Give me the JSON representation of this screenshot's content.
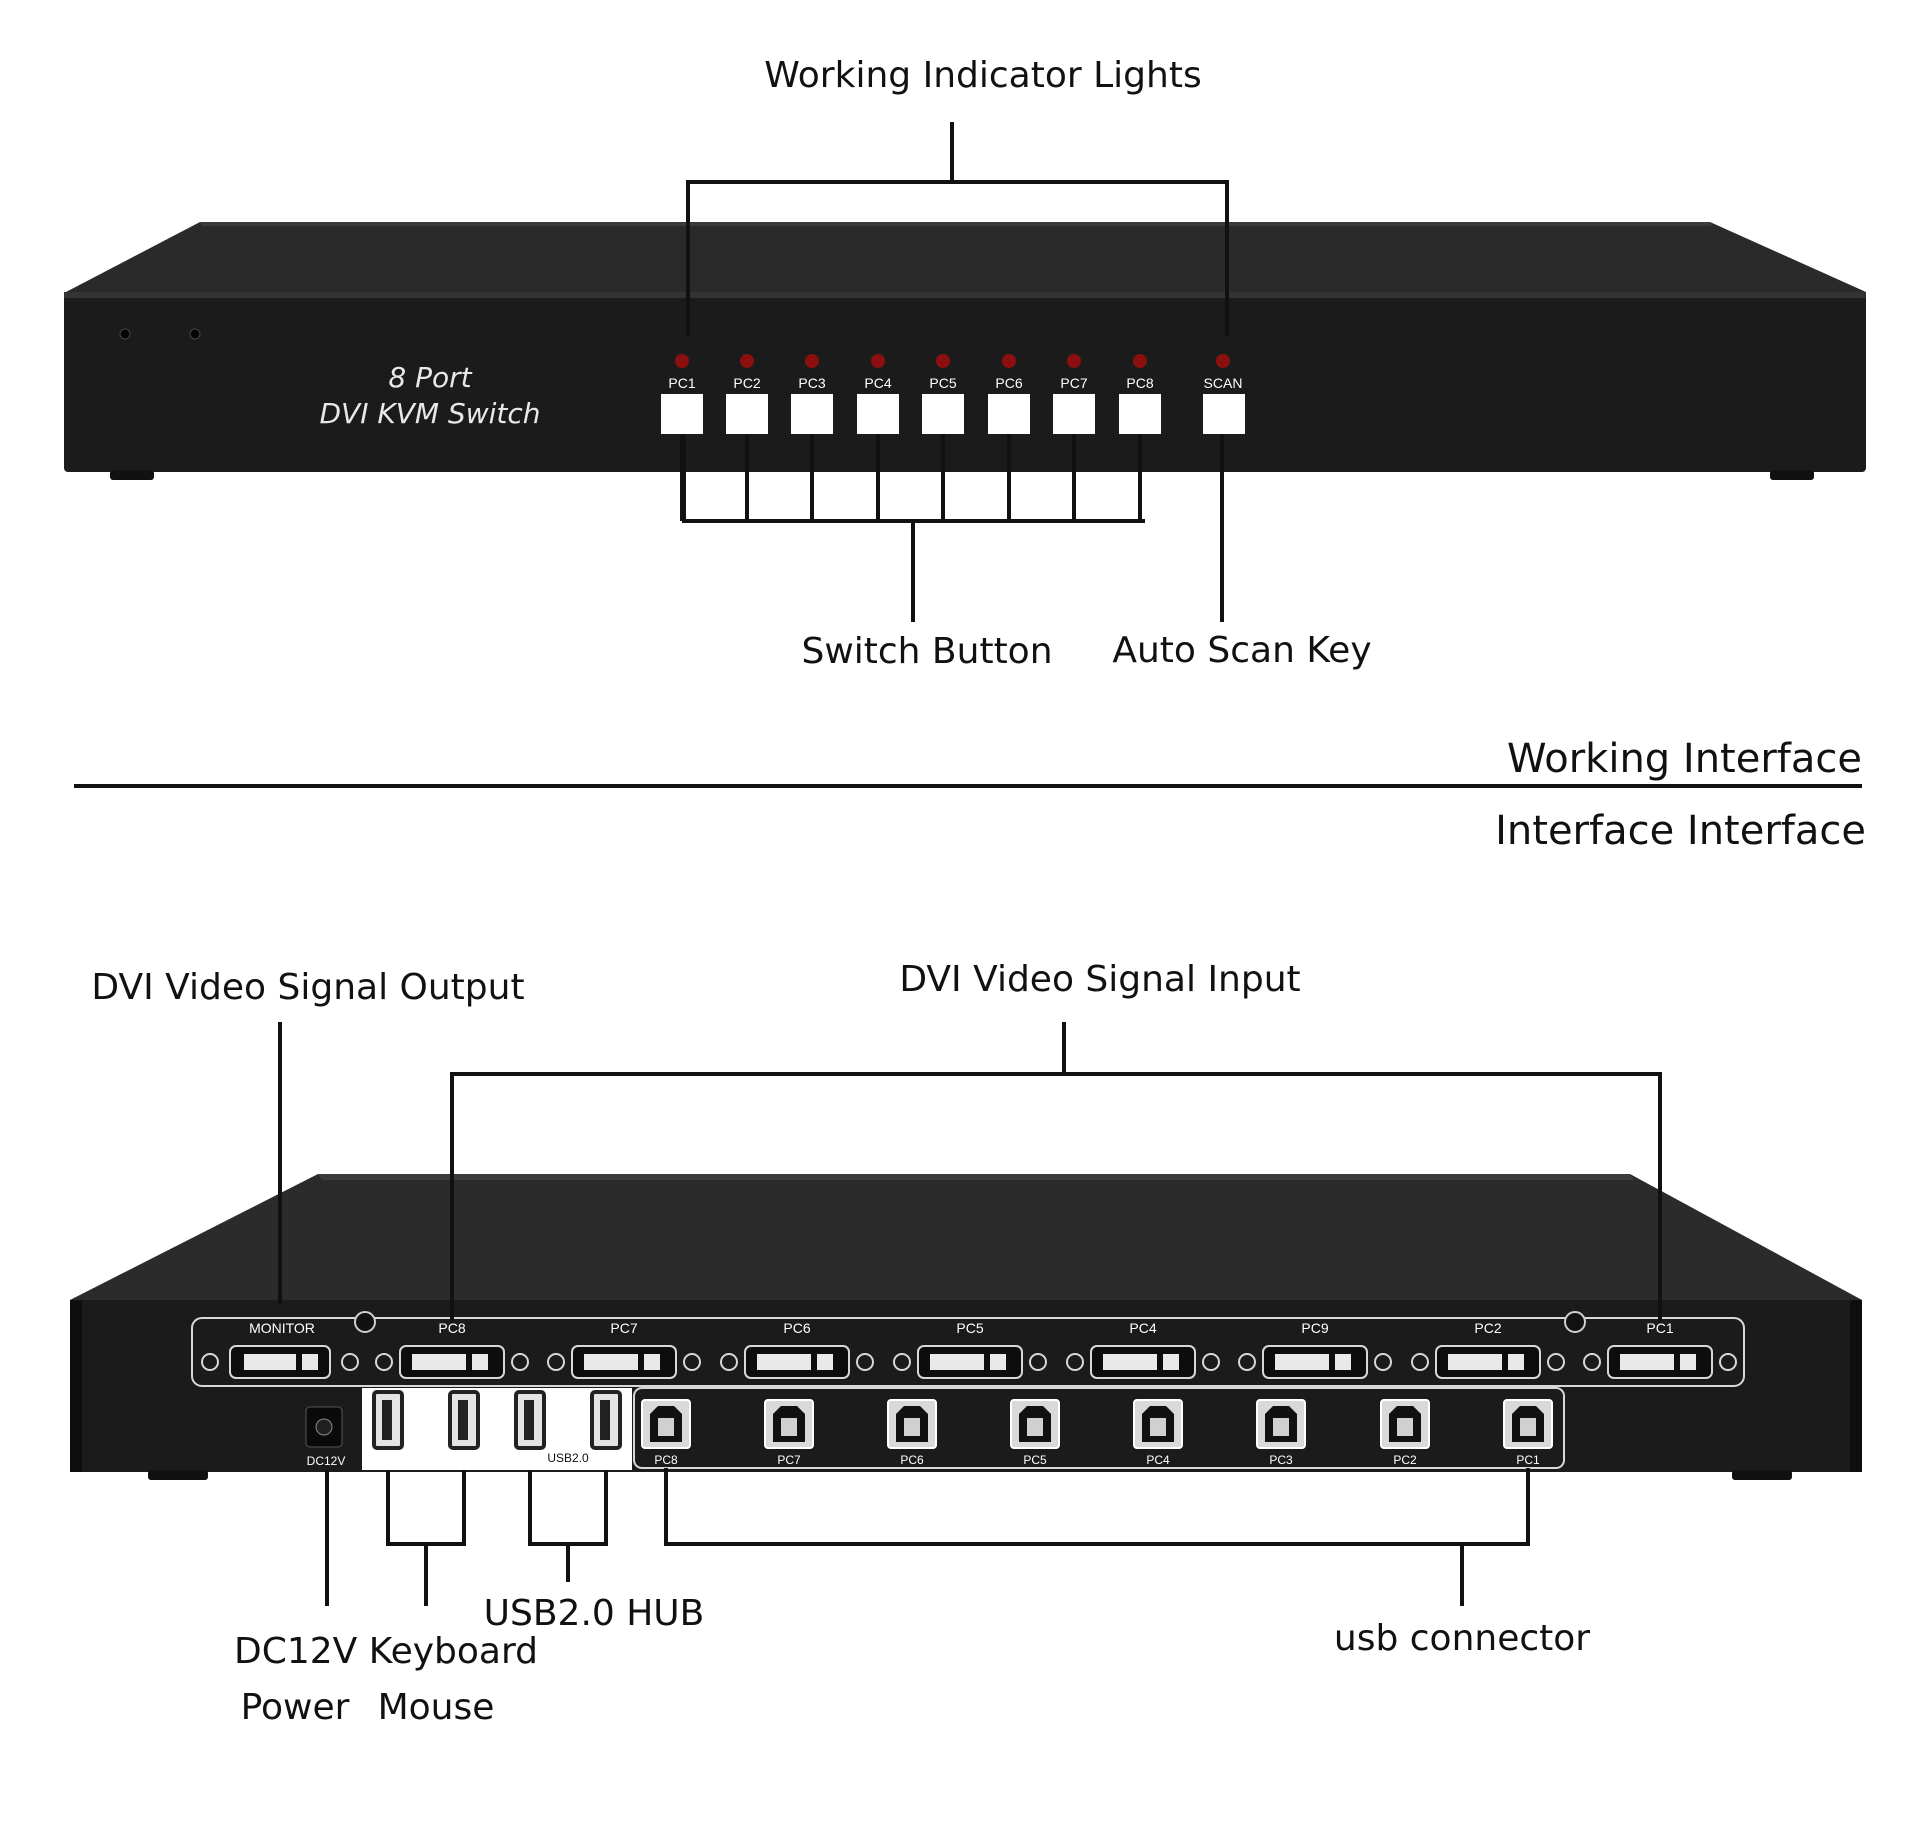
{
  "front": {
    "brand_line1": "8 Port",
    "brand_line2": "DVI KVM Switch",
    "buttons": [
      "PC1",
      "PC2",
      "PC3",
      "PC4",
      "PC5",
      "PC6",
      "PC7",
      "PC8"
    ],
    "scan_label": "SCAN",
    "led_color": "#8b0f0f"
  },
  "callouts": {
    "working_indicator_lights": "Working Indicator Lights",
    "switch_button": "Switch Button",
    "auto_scan_key": "Auto Scan Key",
    "dvi_output": "DVI Video Signal Output",
    "dvi_input": "DVI Video Signal Input",
    "usb_hub": "USB2.0 HUB",
    "dc_keyboard": "DC12V Keyboard",
    "power_mouse_1": "Power",
    "power_mouse_2": "Mouse",
    "usb_connector": "usb connector"
  },
  "section": {
    "title_top": "Working Interface",
    "title_bottom": "Interface Interface"
  },
  "rear": {
    "monitor_label": "MONITOR",
    "dvi_ports": [
      "PC8",
      "PC7",
      "PC6",
      "PC5",
      "PC4",
      "PC9",
      "PC2",
      "PC1"
    ],
    "usb_b_ports": [
      "PC8",
      "PC7",
      "PC6",
      "PC5",
      "PC4",
      "PC3",
      "PC2",
      "PC1"
    ],
    "dc_label": "DC12V",
    "usb_hub_label": "USB2.0",
    "chassis_color": "#1c1c1c"
  }
}
